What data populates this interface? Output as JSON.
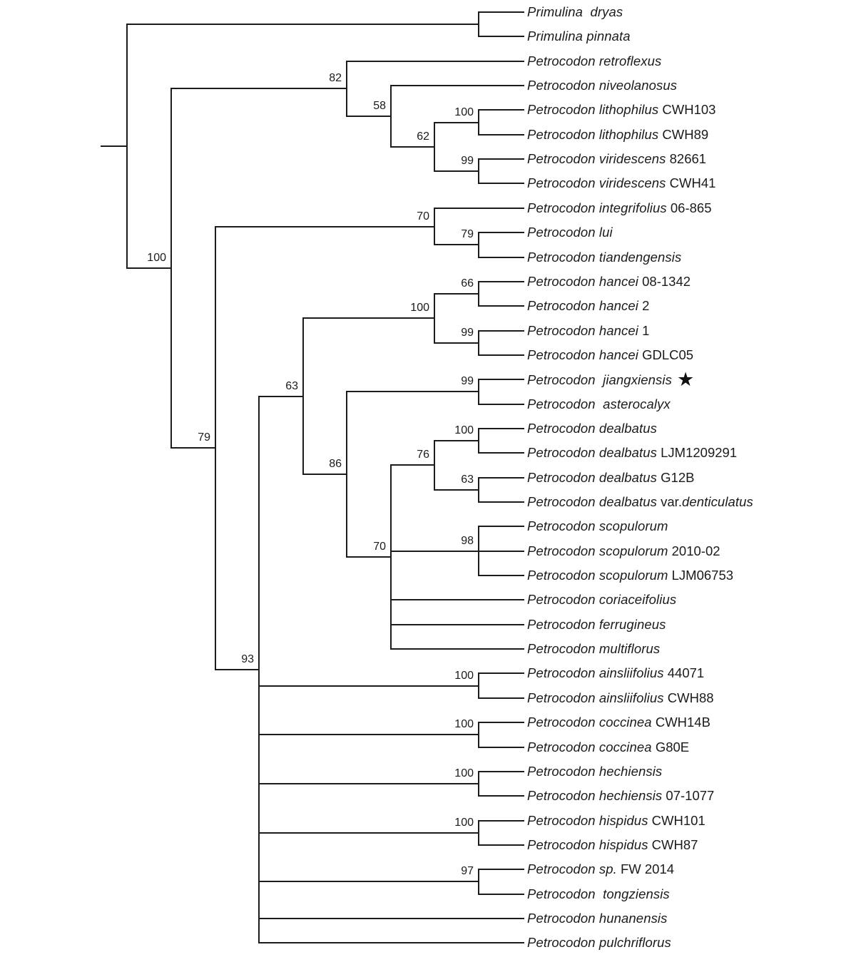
{
  "figure": {
    "type": "phylogenetic-tree-cladogram",
    "star": "★",
    "highlighted_taxon": "Petrocodon jiangxiensis",
    "line_color": "#1c1c1c",
    "background": "#ffffff",
    "outgroup": "Primulina"
  },
  "tree": {
    "newick": "((Primulina dryas,Primulina pinnata),((Petrocodon retroflexus,(Petrocodon niveolanosus,((Petrocodon lithophilus CWH103,Petrocodon lithophilus CWH89)100,(Petrocodon viridescens 82661,Petrocodon viridescens CWH41)99)62)58)82,((Petrocodon integrifolius 06-865,(Petrocodon lui,Petrocodon tiandengensis)79)70,((((Petrocodon hancei 08-1342,Petrocodon hancei 2)66,(Petrocodon hancei 1,Petrocodon hancei GDLC05)99)100,((Petrocodon jiangxiensis,Petrocodon asterocalyx)99,(((Petrocodon dealbatus,Petrocodon dealbatus LJM1209291)100,(Petrocodon dealbatus G12B,Petrocodon dealbatus var.denticulatus)63)76,(Petrocodon scopulorum,Petrocodon scopulorum 2010-02,Petrocodon scopulorum LJM06753)98,Petrocodon coriaceifolius,Petrocodon ferrugineus,Petrocodon multiflorus)70)86)63,(Petrocodon ainsliifolius 44071,Petrocodon ainsliifolius CWH88)100,(Petrocodon coccinea CWH14B,Petrocodon coccinea G80E)100,(Petrocodon hechiensis,Petrocodon hechiensis 07-1077)100,(Petrocodon hispidus CWH101,Petrocodon hispidus CWH87)100,(Petrocodon sp. FW 2014,Petrocodon tongziensis)97,Petrocodon hunanensis,Petrocodon pulchriflorus)93)79)100);"
  },
  "taxa": [
    {
      "i": "Primulina  dryas"
    },
    {
      "i": "Primulina pinnata"
    },
    {
      "i": "Petrocodon retroflexus"
    },
    {
      "i": "Petrocodon niveolanosus"
    },
    {
      "i": "Petrocodon lithophilus",
      "r": " CWH103"
    },
    {
      "i": "Petrocodon lithophilus",
      "r": " CWH89"
    },
    {
      "i": "Petrocodon viridescens",
      "r": " 82661"
    },
    {
      "i": "Petrocodon viridescens",
      "r": " CWH41"
    },
    {
      "i": "Petrocodon integrifolius",
      "r": " 06-865"
    },
    {
      "i": "Petrocodon lui"
    },
    {
      "i": "Petrocodon tiandengensis"
    },
    {
      "i": "Petrocodon hancei",
      "r": " 08-1342"
    },
    {
      "i": "Petrocodon hancei",
      "r": " 2"
    },
    {
      "i": "Petrocodon hancei",
      "r": " 1"
    },
    {
      "i": "Petrocodon hancei",
      "r": " GDLC05"
    },
    {
      "i": "Petrocodon  jiangxiensis",
      "starred": true
    },
    {
      "i": "Petrocodon  asterocalyx"
    },
    {
      "i": "Petrocodon dealbatus"
    },
    {
      "i": "Petrocodon dealbatus",
      "r": " LJM1209291"
    },
    {
      "i": "Petrocodon dealbatus",
      "r": " G12B"
    },
    {
      "i": "Petrocodon dealbatus",
      "r": " var.",
      "i2": "denticulatus"
    },
    {
      "i": "Petrocodon scopulorum"
    },
    {
      "i": "Petrocodon scopulorum",
      "r": " 2010-02"
    },
    {
      "i": "Petrocodon scopulorum",
      "r": " LJM06753"
    },
    {
      "i": "Petrocodon coriaceifolius"
    },
    {
      "i": "Petrocodon ferrugineus"
    },
    {
      "i": "Petrocodon multiflorus"
    },
    {
      "i": "Petrocodon ainsliifolius",
      "r": " 44071"
    },
    {
      "i": "Petrocodon ainsliifolius",
      "r": " CWH88"
    },
    {
      "i": "Petrocodon coccinea",
      "r": " CWH14B"
    },
    {
      "i": "Petrocodon coccinea",
      "r": " G80E"
    },
    {
      "i": "Petrocodon hechiensis"
    },
    {
      "i": "Petrocodon hechiensis",
      "r": " 07-1077"
    },
    {
      "i": "Petrocodon hispidus",
      "r": " CWH101"
    },
    {
      "i": "Petrocodon hispidus",
      "r": " CWH87"
    },
    {
      "i": "Petrocodon sp.",
      "r": " FW 2014"
    },
    {
      "i": "Petrocodon  tongziensis"
    },
    {
      "i": "Petrocodon hunanensis"
    },
    {
      "i": "Petrocodon pulchriflorus"
    }
  ],
  "supports": [
    "100",
    "82",
    "58",
    "62",
    "100",
    "99",
    "70",
    "79",
    "79",
    "93",
    "63",
    "100",
    "66",
    "99",
    "86",
    "99",
    "70",
    "76",
    "100",
    "63",
    "98",
    "100",
    "100",
    "100",
    "100",
    "97"
  ]
}
